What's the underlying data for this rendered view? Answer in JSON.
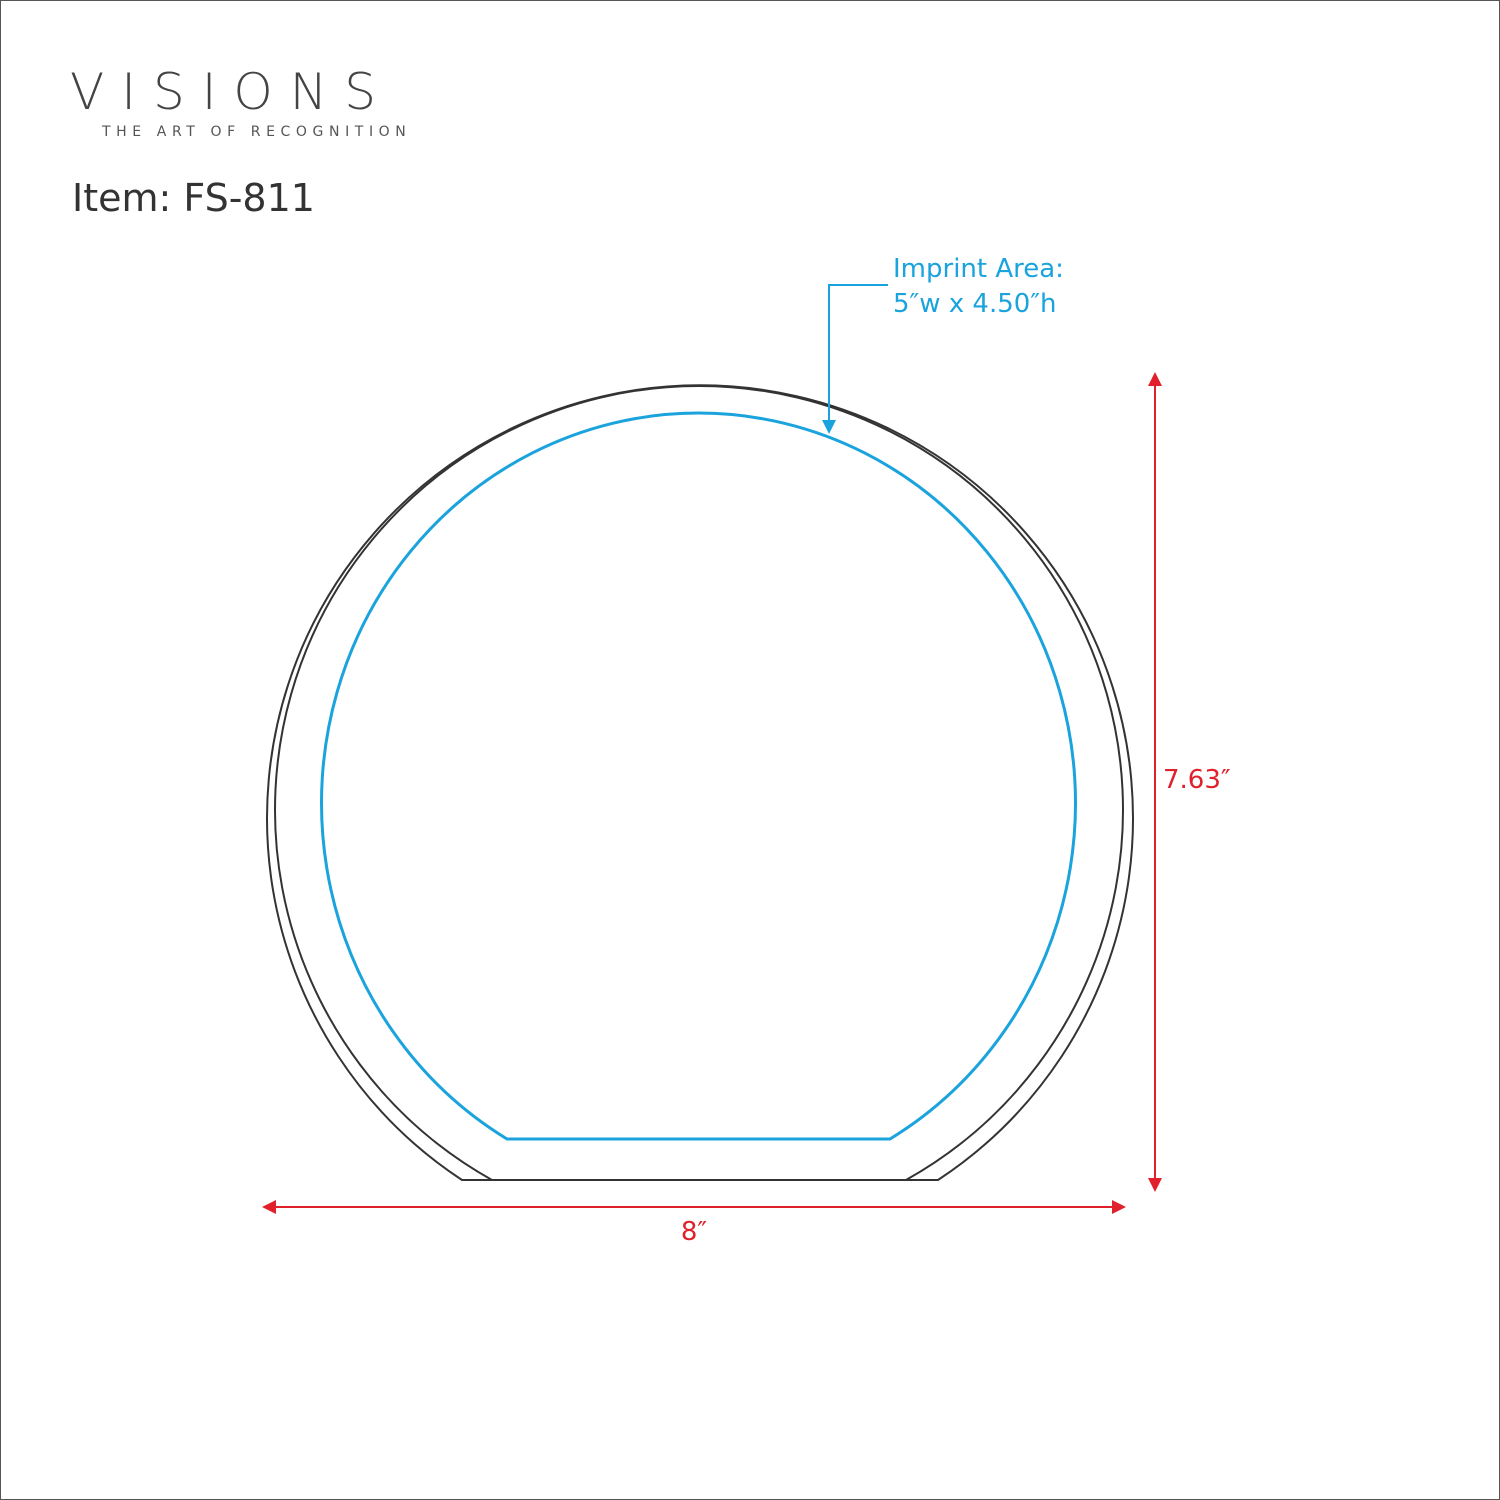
{
  "brand": {
    "name": "VISIONS",
    "tagline": "THE ART OF RECOGNITION"
  },
  "item": {
    "label": "Item: FS-811"
  },
  "imprint": {
    "title": "Imprint Area:",
    "size": "5″w x 4.50″h"
  },
  "dimensions": {
    "height": "7.63″",
    "width": "8″"
  },
  "colors": {
    "outline": "#333333",
    "imprint": "#1aa3dc",
    "dimension": "#e0202a",
    "brand_text": "#444444"
  }
}
